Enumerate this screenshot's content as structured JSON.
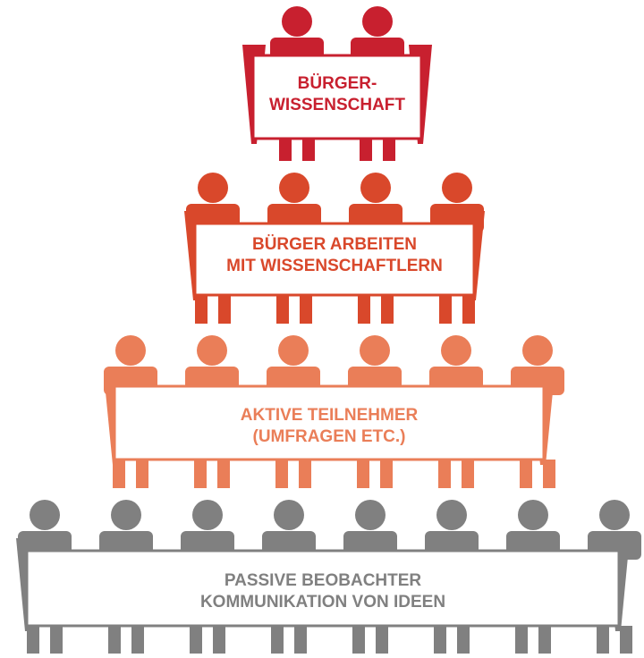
{
  "pyramid": {
    "tiers": [
      {
        "id": "buergerwissenschaft",
        "lines": [
          "BÜRGER-",
          "WISSENSCHAFT"
        ],
        "color": "#c8202f",
        "people": 2
      },
      {
        "id": "buerger-arbeiten",
        "lines": [
          "BÜRGER ARBEITEN",
          "MIT WISSENSCHAFTLERN"
        ],
        "color": "#d9482b",
        "people": 4
      },
      {
        "id": "aktive-teilnehmer",
        "lines": [
          "AKTIVE TEILNEHMER",
          "(UMFRAGEN ETC.)"
        ],
        "color": "#ea7e58",
        "people": 6
      },
      {
        "id": "passive-beobachter",
        "lines": [
          "PASSIVE BEOBACHTER",
          "KOMMUNIKATION VON IDEEN"
        ],
        "color": "#808080",
        "people": 8
      }
    ]
  }
}
